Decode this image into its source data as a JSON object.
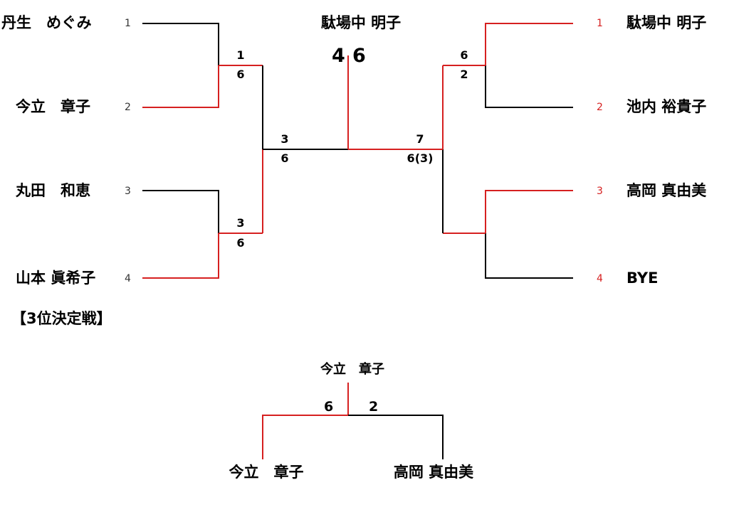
{
  "left_bracket": {
    "players": [
      {
        "name": "丹生　めぐみ",
        "seed": "1"
      },
      {
        "name": "今立　章子",
        "seed": "2"
      },
      {
        "name": "丸田　和恵",
        "seed": "3"
      },
      {
        "name": "山本 眞希子",
        "seed": "4"
      }
    ],
    "semifinal_top": {
      "top": "1",
      "bottom": "6"
    },
    "semifinal_bottom": {
      "top": "3",
      "bottom": "6"
    },
    "final_score": {
      "top": "3",
      "bottom": "6"
    }
  },
  "right_bracket": {
    "players": [
      {
        "name": "駄場中 明子",
        "seed": "1"
      },
      {
        "name": "池内 裕貴子",
        "seed": "2"
      },
      {
        "name": "高岡 真由美",
        "seed": "3"
      },
      {
        "name": "BYE",
        "seed": "4"
      }
    ],
    "semifinal_top": {
      "top": "6",
      "bottom": "2"
    },
    "final_score": {
      "top": "7",
      "bottom": "6(3)"
    }
  },
  "champion": {
    "name": "駄場中 明子",
    "score_left": "4",
    "score_right": "6"
  },
  "third_place": {
    "title": "【3位決定戦】",
    "winner": "今立　章子",
    "left_player": "今立　章子",
    "right_player": "高岡 真由美",
    "score_left": "6",
    "score_right": "2"
  },
  "colors": {
    "win_line": "#d62020",
    "line": "#000000"
  }
}
